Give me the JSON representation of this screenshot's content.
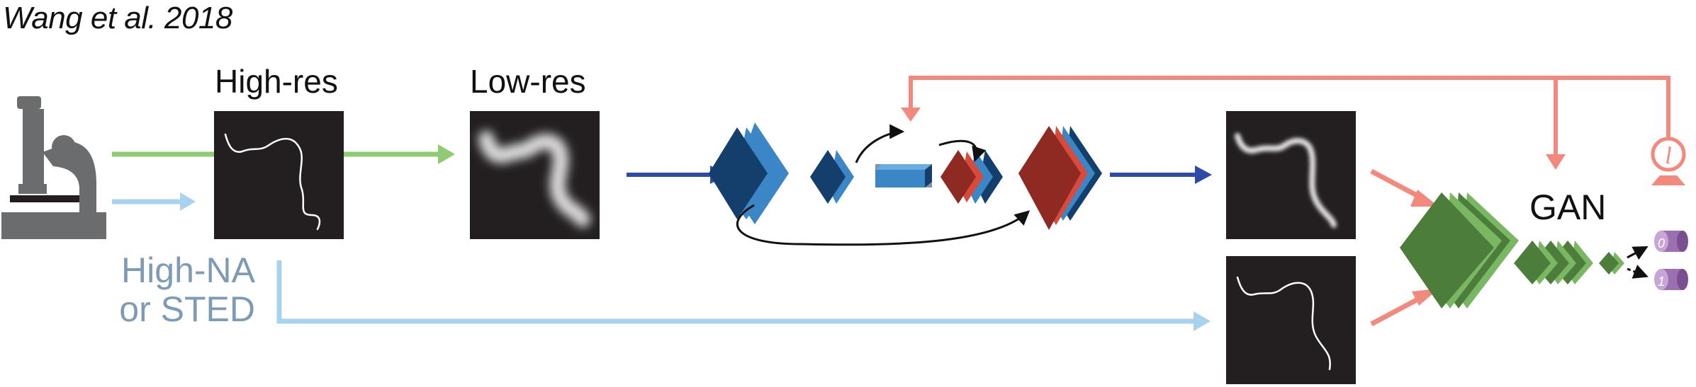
{
  "citation": "Wang et al. 2018",
  "labels": {
    "high_res": "High-res",
    "low_res": "Low-res",
    "microscope_line1": "High-NA",
    "microscope_line2": "or STED",
    "gan": "GAN",
    "loss_symbol": "l",
    "output_zero": "0",
    "output_one": "1"
  },
  "colors": {
    "green_arrow": "#8fcb73",
    "light_blue_arrow": "#a9d2ee",
    "dark_blue_arrow": "#2e4aa8",
    "salmon_feedback": "#f2897c",
    "generator_dark_blue": "#143e6b",
    "generator_mid_blue": "#3b86c6",
    "generator_red": "#8f2a22",
    "generator_bright_red": "#d84a3c",
    "discriminator_green": "#4d7d3b",
    "discriminator_light_green": "#7ab763",
    "output_purple": "#9b6fb0",
    "image_background": "#231f20",
    "microscope_gray": "#6b6c6e"
  }
}
